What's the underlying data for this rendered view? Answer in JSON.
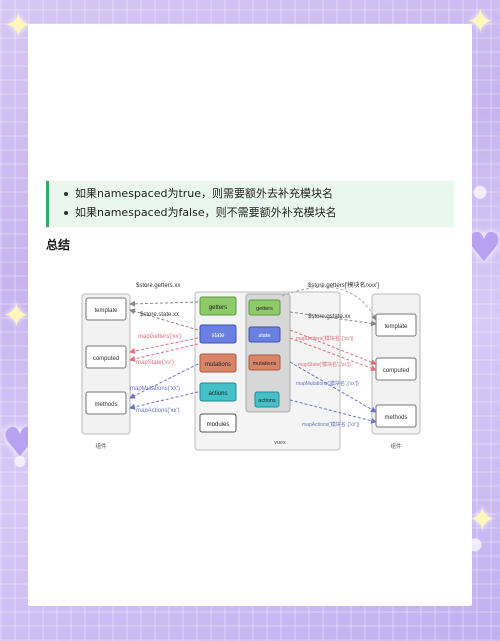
{
  "notes": [
    "如果namespaced为true，则需要额外去补充模块名",
    "如果namespaced为false，则不需要额外补充模块名"
  ],
  "summary_title": "总结",
  "diagram": {
    "left_group": {
      "items": [
        "template",
        "computed",
        "methods"
      ],
      "caption": "组件"
    },
    "store": {
      "items": [
        "getters",
        "state",
        "mutations",
        "actions"
      ],
      "modules": "modules",
      "caption": "vuex"
    },
    "module": {
      "items": [
        "getters",
        "state",
        "mutations",
        "actions"
      ]
    },
    "right_group": {
      "items": [
        "template",
        "computed",
        "methods"
      ],
      "caption": "组件"
    },
    "left_labels": {
      "getters": "$store.getters.xx",
      "state": "$store.state.xx",
      "map_getters": "mapGetters('xx')",
      "map_state": "mapState('xx')",
      "map_mutations": "mapMutations('xx')",
      "map_actions": "mapActions('xx')"
    },
    "right_labels": {
      "getters": "$store.getters['模块名/xxx']",
      "state": "$store.gstate.xx",
      "map_getters": "mapGetters('模块名',['xx'])",
      "map_state": "mapState('模块名',['xx'])",
      "map_mutations": "mapMutations('模块名',['xx'])",
      "map_actions": "mapActions('模块名',['xx'])"
    }
  },
  "colors": {
    "note_bg": "#e9f7ef",
    "note_bar": "#37a86a",
    "getters": "#8ec96a",
    "state": "#6a7fe0",
    "mutations": "#d8856a",
    "actions": "#45bfc8",
    "label_red": "#e0707a",
    "label_blue": "#6a74c8"
  }
}
